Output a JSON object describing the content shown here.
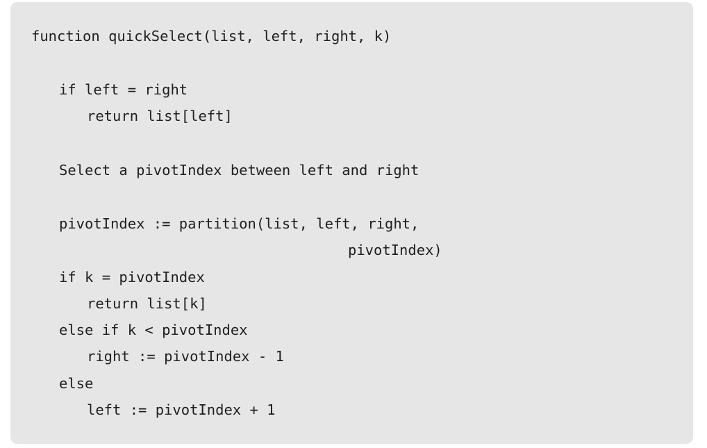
{
  "code": {
    "lines": [
      "function quickSelect(list, left, right, k)",
      "",
      "   if left = right",
      "      return list[left]",
      "",
      "   Select a pivotIndex between left and right",
      "",
      "   pivotIndex := partition(list, left, right,",
      "                                pivotIndex)",
      "   if k = pivotIndex",
      "      return list[k]",
      "   else if k < pivotIndex",
      "      right := pivotIndex - 1",
      "   else",
      "      left := pivotIndex + 1"
    ]
  }
}
